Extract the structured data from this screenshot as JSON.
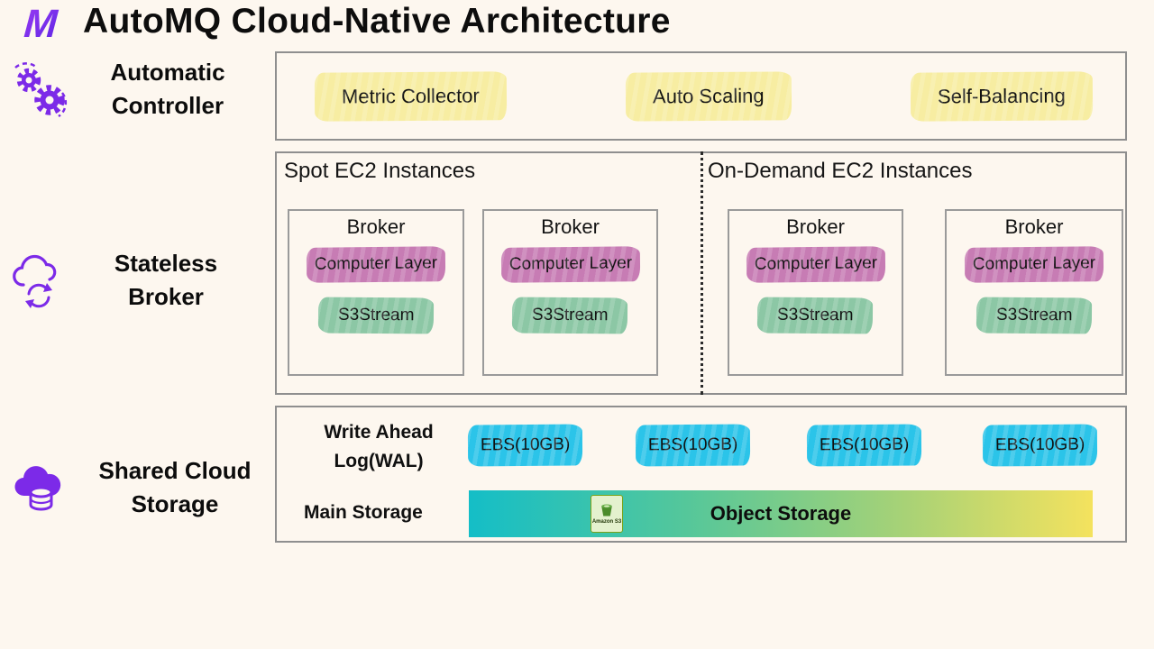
{
  "logo_letter": "M",
  "title": "AutoMQ Cloud-Native Architecture",
  "left_labels": [
    {
      "label": "Automatic Controller",
      "icon": "gears-sync-icon"
    },
    {
      "label": "Stateless Broker",
      "icon": "cloud-sync-icon"
    },
    {
      "label": "Shared Cloud Storage",
      "icon": "cloud-database-icon"
    }
  ],
  "controller": {
    "items": [
      "Metric Collector",
      "Auto Scaling",
      "Self-Balancing"
    ]
  },
  "brokers": {
    "left_group_title": "Spot EC2 Instances",
    "right_group_title": "On-Demand EC2 Instances",
    "broker_title": "Broker",
    "compute_label": "Computer Layer",
    "stream_label": "S3Stream"
  },
  "storage": {
    "wal_label": "Write Ahead Log(WAL)",
    "ebs_labels": [
      "EBS(10GB)",
      "EBS(10GB)",
      "EBS(10GB)",
      "EBS(10GB)"
    ],
    "main_storage_label": "Main Storage",
    "object_storage_label": "Object Storage",
    "s3_caption": "Amazon S3"
  },
  "colors": {
    "background": "#FDF7EF",
    "accent_purple": "#7C2AE8",
    "highlight_yellow": "#F7EDA2",
    "highlight_pink": "#C77CB4",
    "highlight_green": "#8CC7A5",
    "highlight_cyan": "#2BC4E9",
    "gradient_start": "#14BEC7",
    "gradient_end": "#F4E25E",
    "border_gray": "#8F8F8F"
  }
}
